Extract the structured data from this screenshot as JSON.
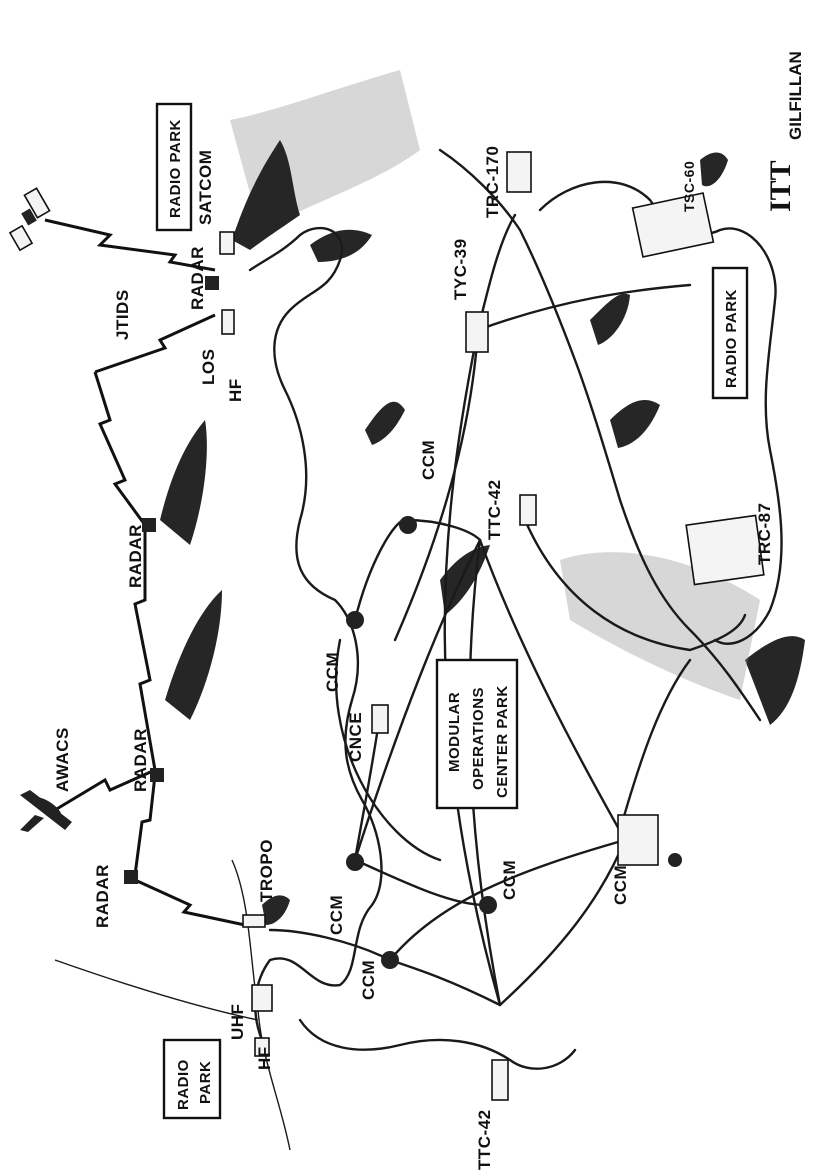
{
  "logo": {
    "brand": "ITT",
    "company": "GILFILLAN"
  },
  "parks": [
    {
      "label": "RADIO PARK"
    },
    {
      "label": "RADIO PARK"
    },
    {
      "label": "RADIO PARK"
    },
    {
      "label": "MODULAR OPERATIONS CENTER PARK",
      "lines": [
        "MODULAR",
        "OPERATIONS",
        "CENTER PARK"
      ]
    }
  ],
  "left_park_lines": [
    "RADIO",
    "PARK"
  ],
  "labels": {
    "satcom": "SATCOM",
    "radar_top": "RADAR",
    "jtids": "JTIDS",
    "los": "LOS",
    "hf_top": "HF",
    "radar_mid": "RADAR",
    "awacs": "AWACS",
    "radar_low": "RADAR",
    "radar_bottom": "RADAR",
    "tropo": "TROPO",
    "uhf": "UHF",
    "hf_bottom": "HF",
    "tyc39": "TYC-39",
    "trc170": "TRC-170",
    "tsc60": "TSC-60",
    "trc87": "TRC-87",
    "ttc42_top": "TTC-42",
    "ttc42_bottom": "TTC-42",
    "cnce": "CNCE",
    "ccm_1": "CCM",
    "ccm_2": "CCM",
    "ccm_3": "CCM",
    "ccm_4": "CCM",
    "ccm_5": "CCM",
    "ccm_6": "CCM"
  }
}
